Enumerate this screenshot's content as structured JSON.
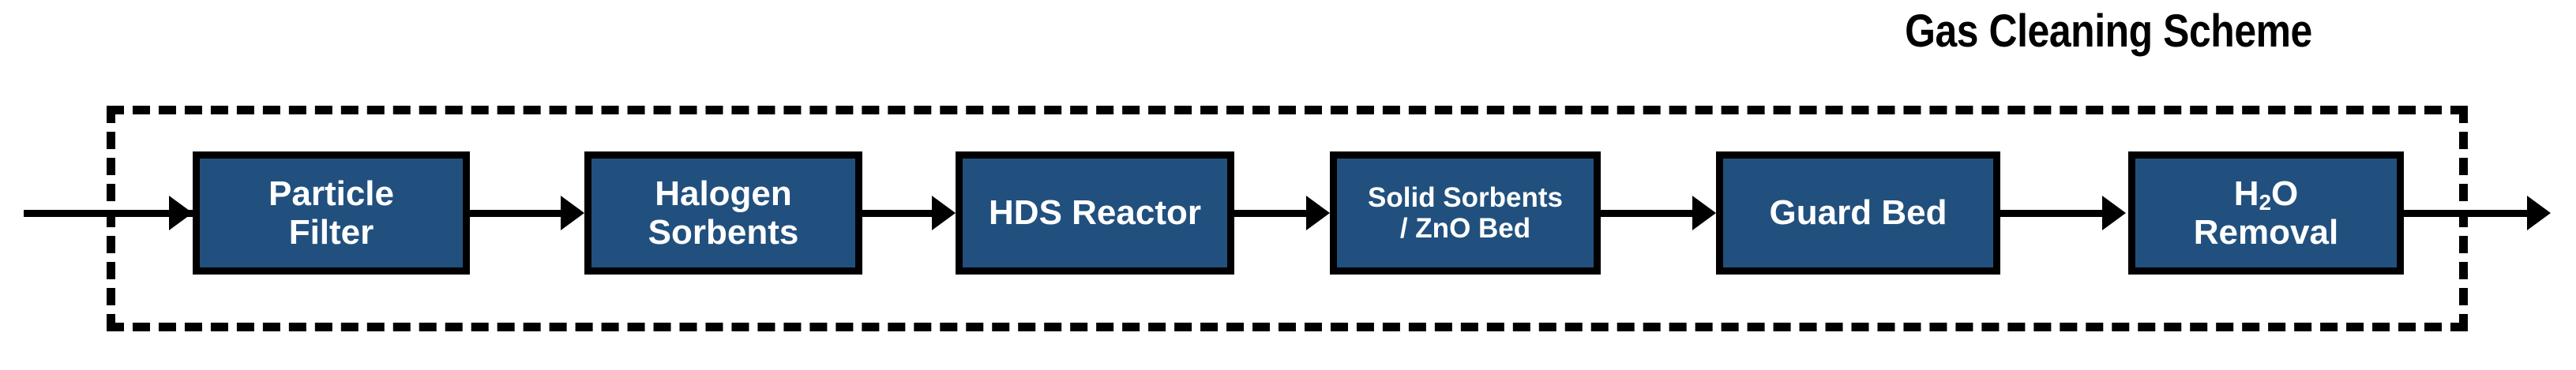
{
  "diagram": {
    "title": "Gas Cleaning Scheme",
    "colors": {
      "box_fill": "#21507E",
      "box_border": "#000000",
      "box_text": "#FFFFFF",
      "enclosure_border": "#000000",
      "background": "#FFFFFF",
      "arrow": "#000000"
    },
    "enclosure": {
      "style": "dashed",
      "name": "gas-cleaning-boundary"
    },
    "flow": {
      "inlet_label": "",
      "outlet_label": ""
    },
    "steps": [
      {
        "id": "particle-filter",
        "label": "Particle\nFilter",
        "line_count": 2,
        "text_size": "lg"
      },
      {
        "id": "halogen-sorbents",
        "label": "Halogen\nSorbents",
        "line_count": 2,
        "text_size": "lg"
      },
      {
        "id": "hds-reactor",
        "label": "HDS Reactor",
        "line_count": 1,
        "text_size": "lg"
      },
      {
        "id": "solid-sorbents",
        "label": "Solid Sorbents\n/ ZnO Bed",
        "line_count": 2,
        "text_size": "sm"
      },
      {
        "id": "guard-bed",
        "label": "Guard Bed",
        "line_count": 1,
        "text_size": "lg"
      },
      {
        "id": "h2o-removal",
        "label_html": "H<sub>2</sub>O\nRemoval",
        "label": "H2O Removal",
        "line_count": 2,
        "text_size": "lg"
      }
    ]
  }
}
